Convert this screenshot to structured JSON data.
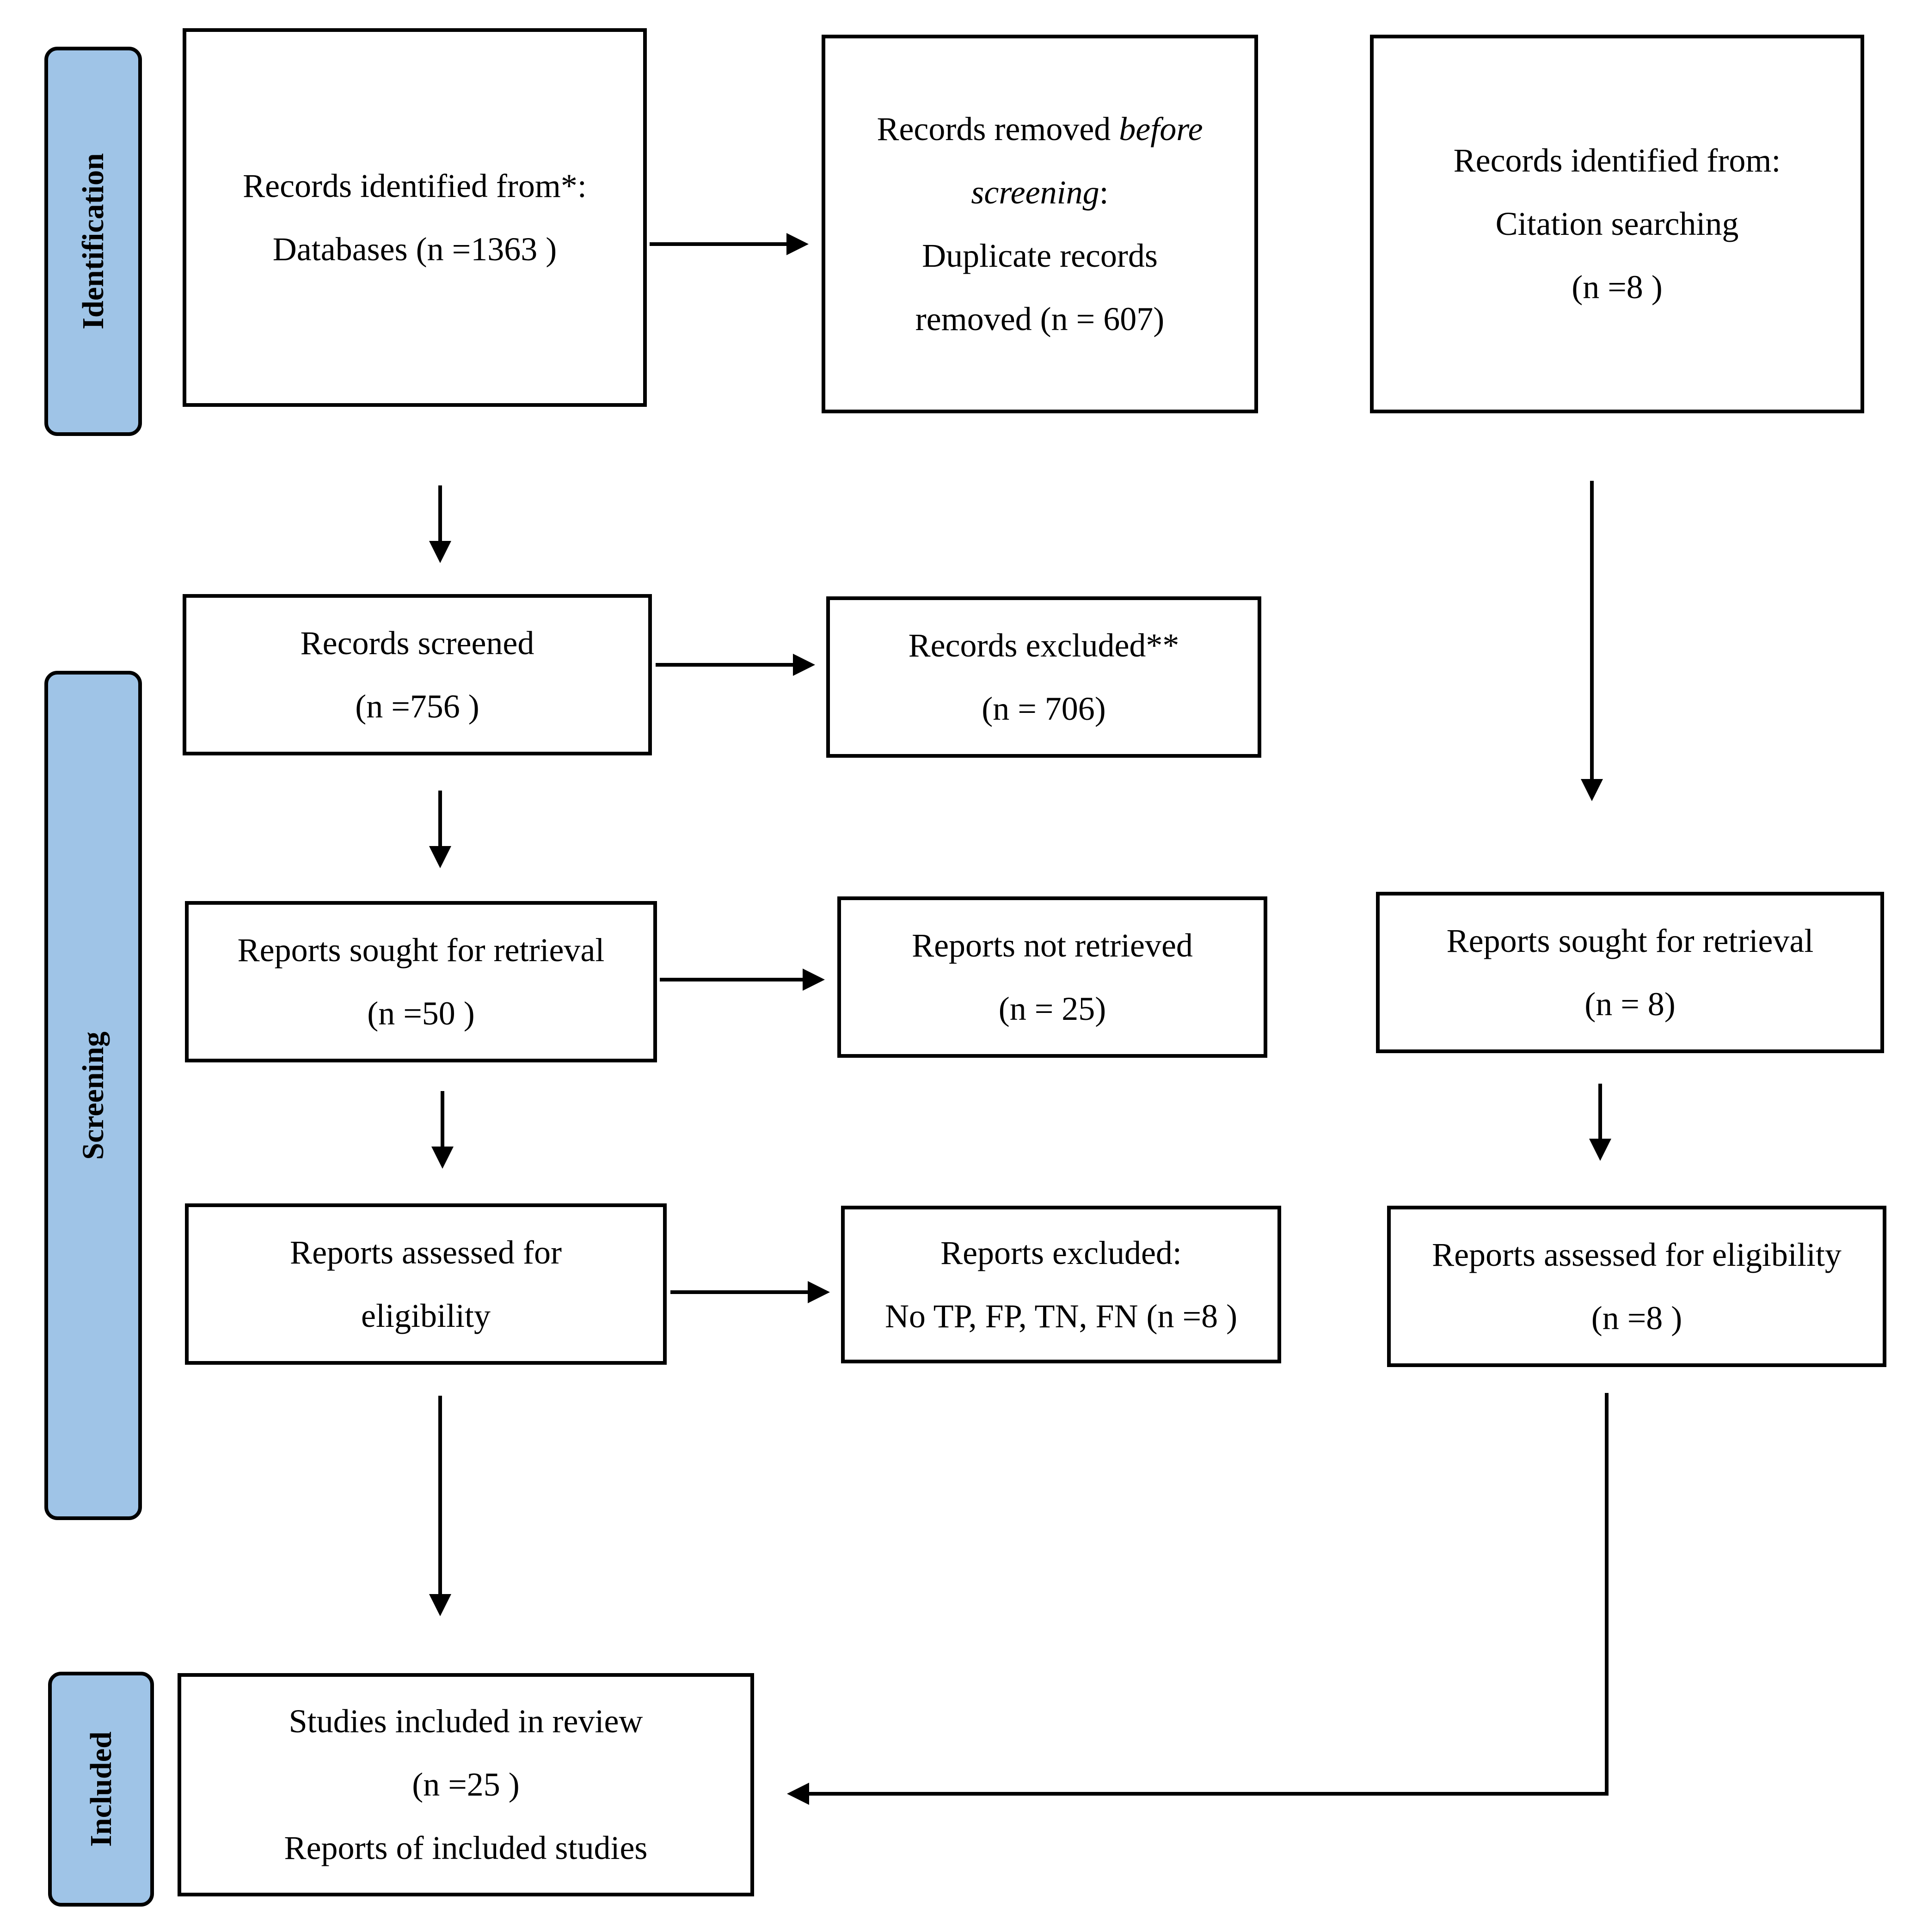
{
  "phases": {
    "identification": "Identification",
    "screening": "Screening",
    "included": "Included"
  },
  "boxes": {
    "db_identified": {
      "line1": "Records identified from*:",
      "line2": "Databases (n =1363 )"
    },
    "removed_before": {
      "line1_a": "Records removed ",
      "line1_b": "before",
      "line2_a": "screening",
      "line2_b": ":",
      "line3": "Duplicate records",
      "line4": "removed (n = 607)"
    },
    "citation_identified": {
      "line1": "Records identified from:",
      "line2": "Citation searching",
      "line3": "(n =8 )"
    },
    "screened": {
      "line1": "Records screened",
      "line2": "(n =756 )"
    },
    "excluded": {
      "line1": "Records excluded**",
      "line2": "(n = 706)"
    },
    "sought_db": {
      "line1": "Reports sought for retrieval",
      "line2": "(n =50 )"
    },
    "not_retrieved": {
      "line1": "Reports not retrieved",
      "line2": "(n = 25)"
    },
    "sought_citation": {
      "line1": "Reports sought for retrieval",
      "line2": "(n = 8)"
    },
    "assessed_db": {
      "line1": "Reports assessed for",
      "line2": "eligibility"
    },
    "reports_excluded": {
      "line1": "Reports excluded:",
      "line2": "No TP, FP, TN, FN (n =8 )"
    },
    "assessed_citation": {
      "line1": "Reports assessed for eligibility",
      "line2": "(n =8 )"
    },
    "included": {
      "line1": "Studies included in review",
      "line2": "(n =25 )",
      "line3": "Reports of included studies"
    }
  }
}
